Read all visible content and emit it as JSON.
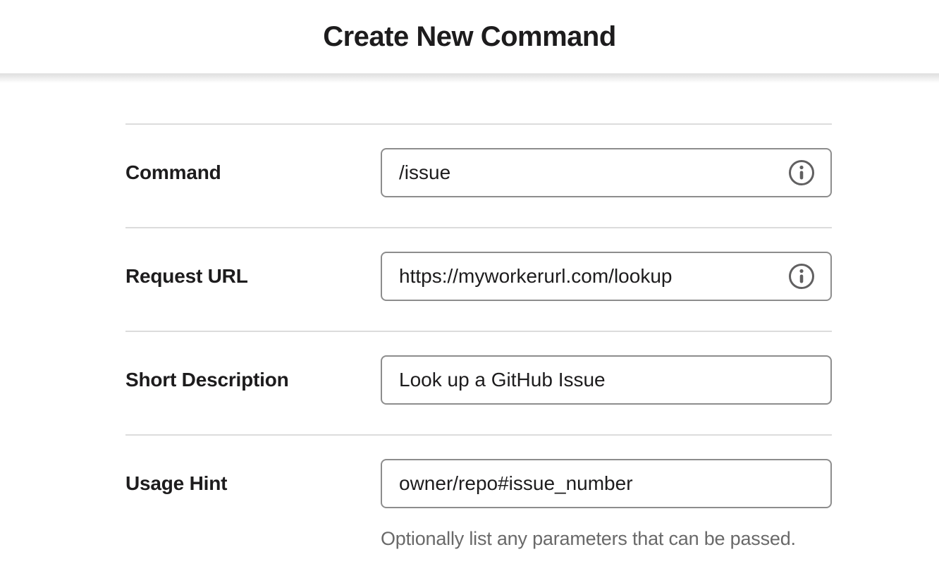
{
  "header": {
    "title": "Create New Command"
  },
  "form": {
    "fields": [
      {
        "label": "Command",
        "value": "/issue",
        "icon": "info-icon"
      },
      {
        "label": "Request URL",
        "value": "https://myworkerurl.com/lookup",
        "icon": "info-icon"
      },
      {
        "label": "Short Description",
        "value": "Look up a GitHub Issue",
        "icon": null
      },
      {
        "label": "Usage Hint",
        "value": "owner/repo#issue_number",
        "icon": null,
        "help": "Optionally list any parameters that can be passed."
      }
    ]
  },
  "colors": {
    "text": "#1d1c1d",
    "helper_text": "#696969",
    "input_border": "#8d8d8d",
    "divider": "#dcdcdc",
    "icon": "#616061",
    "background": "#ffffff"
  }
}
